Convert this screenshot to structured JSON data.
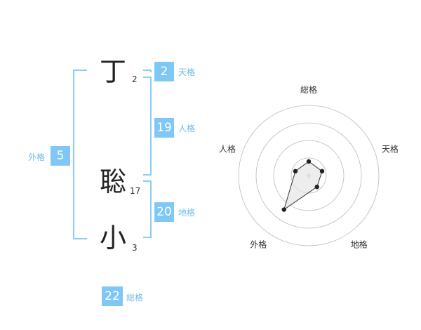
{
  "characters": [
    {
      "char": "丁",
      "strokes": "2"
    },
    {
      "char": "聡",
      "strokes": "17"
    },
    {
      "char": "小",
      "strokes": "3"
    }
  ],
  "scores": {
    "tenkaku": {
      "label": "天格",
      "value": "2"
    },
    "jinkaku": {
      "label": "人格",
      "value": "19"
    },
    "chikaku": {
      "label": "地格",
      "value": "20"
    },
    "gaikaku": {
      "label": "外格",
      "value": "5"
    },
    "soukaku": {
      "label": "総格",
      "value": "22"
    }
  },
  "radar": {
    "axes": [
      "総格",
      "天格",
      "地格",
      "外格",
      "人格"
    ],
    "values": [
      2,
      2,
      2,
      6,
      2
    ],
    "max": 10,
    "rings": 4,
    "line_color": "#333333",
    "fill_color": "#e6e6e6",
    "ring_color": "#bbbbbb"
  }
}
